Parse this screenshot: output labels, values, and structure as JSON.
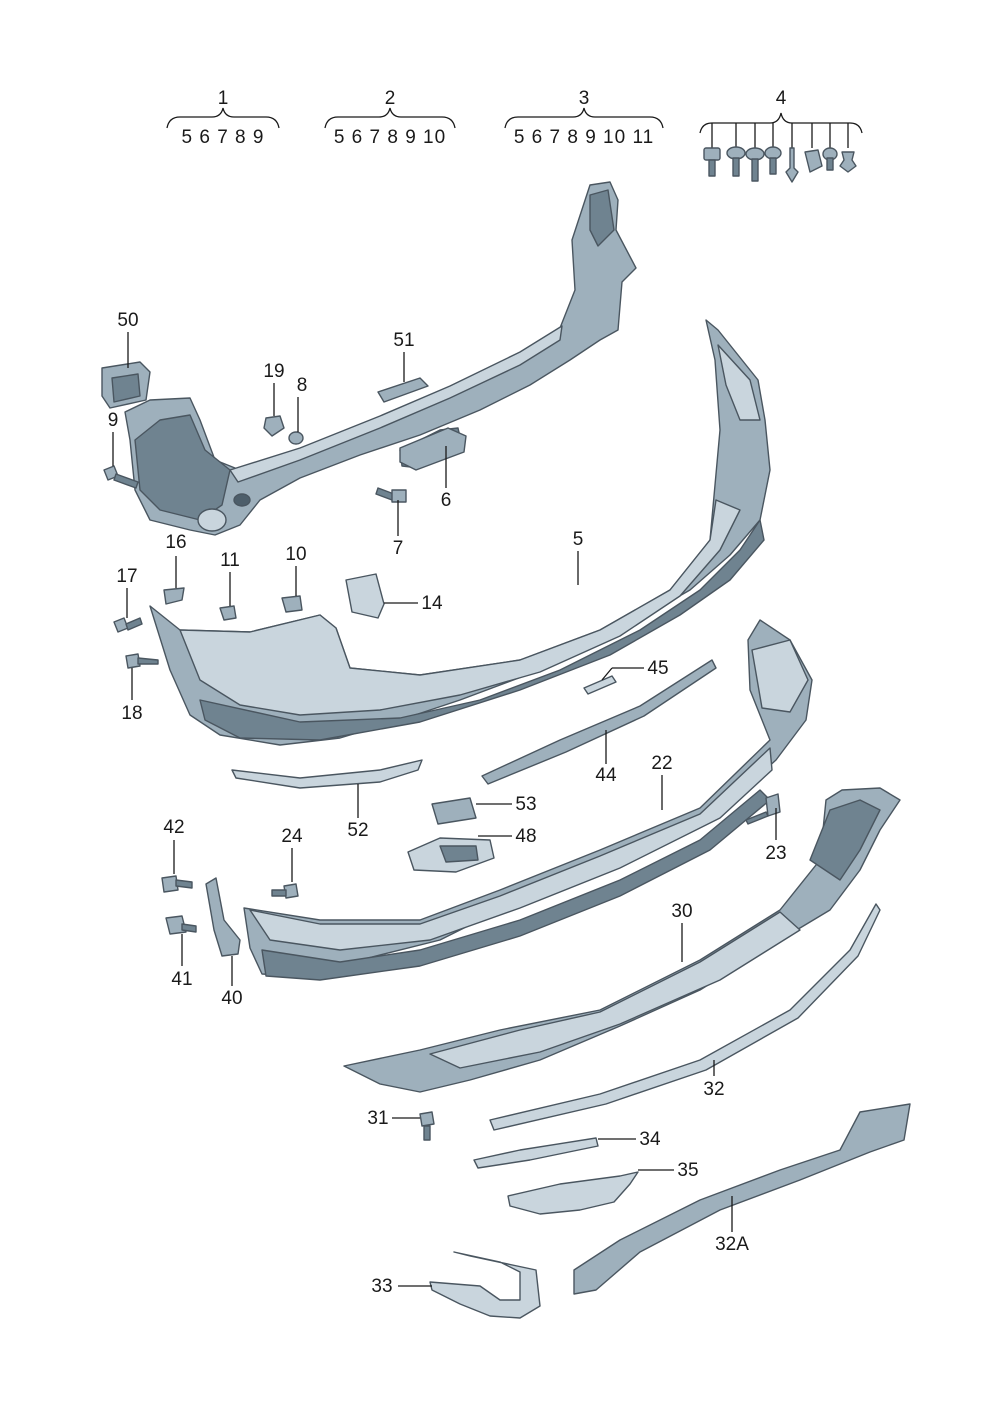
{
  "groups": [
    {
      "label": "1",
      "items": "5 6 7 8 9"
    },
    {
      "label": "2",
      "items": "5 6 7 8 9 10"
    },
    {
      "label": "3",
      "items": "5 6 7 8 9 10 11"
    },
    {
      "label": "4",
      "items": ""
    }
  ],
  "callouts": {
    "c50": "50",
    "c51": "51",
    "c19": "19",
    "c8": "8",
    "c9": "9",
    "c6": "6",
    "c7": "7",
    "c16": "16",
    "c5": "5",
    "c17": "17",
    "c11": "11",
    "c10": "10",
    "c14": "14",
    "c18": "18",
    "c45": "45",
    "c44": "44",
    "c22": "22",
    "c52": "52",
    "c53": "53",
    "c48": "48",
    "c23": "23",
    "c42": "42",
    "c24": "24",
    "c41": "41",
    "c40": "40",
    "c30": "30",
    "c32": "32",
    "c31": "31",
    "c34": "34",
    "c35": "35",
    "c32A": "32A",
    "c33": "33"
  },
  "colors": {
    "part_fill": "#9eb0bc",
    "part_shade": "#6f8390",
    "part_highlight": "#c9d5dd",
    "outline": "#4a5660"
  }
}
